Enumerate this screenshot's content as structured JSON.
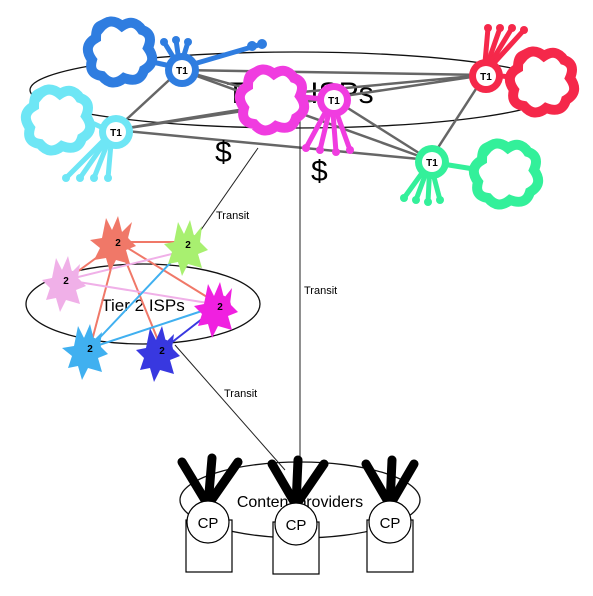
{
  "tier1": {
    "label": "Tier 1 ISPs",
    "node_label": "T1",
    "nodes": [
      {
        "key": "blue",
        "color": "#2f7de0"
      },
      {
        "key": "cyan",
        "color": "#6ee6f5"
      },
      {
        "key": "magenta",
        "color": "#f03ce0"
      },
      {
        "key": "red",
        "color": "#f5284a"
      },
      {
        "key": "green",
        "color": "#33f09a"
      }
    ]
  },
  "tier2": {
    "label": "Tier 2 ISPs",
    "node_label": "2",
    "nodes": [
      {
        "key": "salmon",
        "color": "#f07868"
      },
      {
        "key": "lime",
        "color": "#a8f070"
      },
      {
        "key": "pink",
        "color": "#f0b0e8"
      },
      {
        "key": "magenta",
        "color": "#f020e0"
      },
      {
        "key": "skyblue",
        "color": "#40b0f0"
      },
      {
        "key": "indigo",
        "color": "#3838e0"
      }
    ]
  },
  "content_providers": {
    "label": "Content providers",
    "node_label": "CP",
    "count": 3
  },
  "links": {
    "transit_label": "Transit"
  },
  "money": {
    "symbol": "$"
  }
}
